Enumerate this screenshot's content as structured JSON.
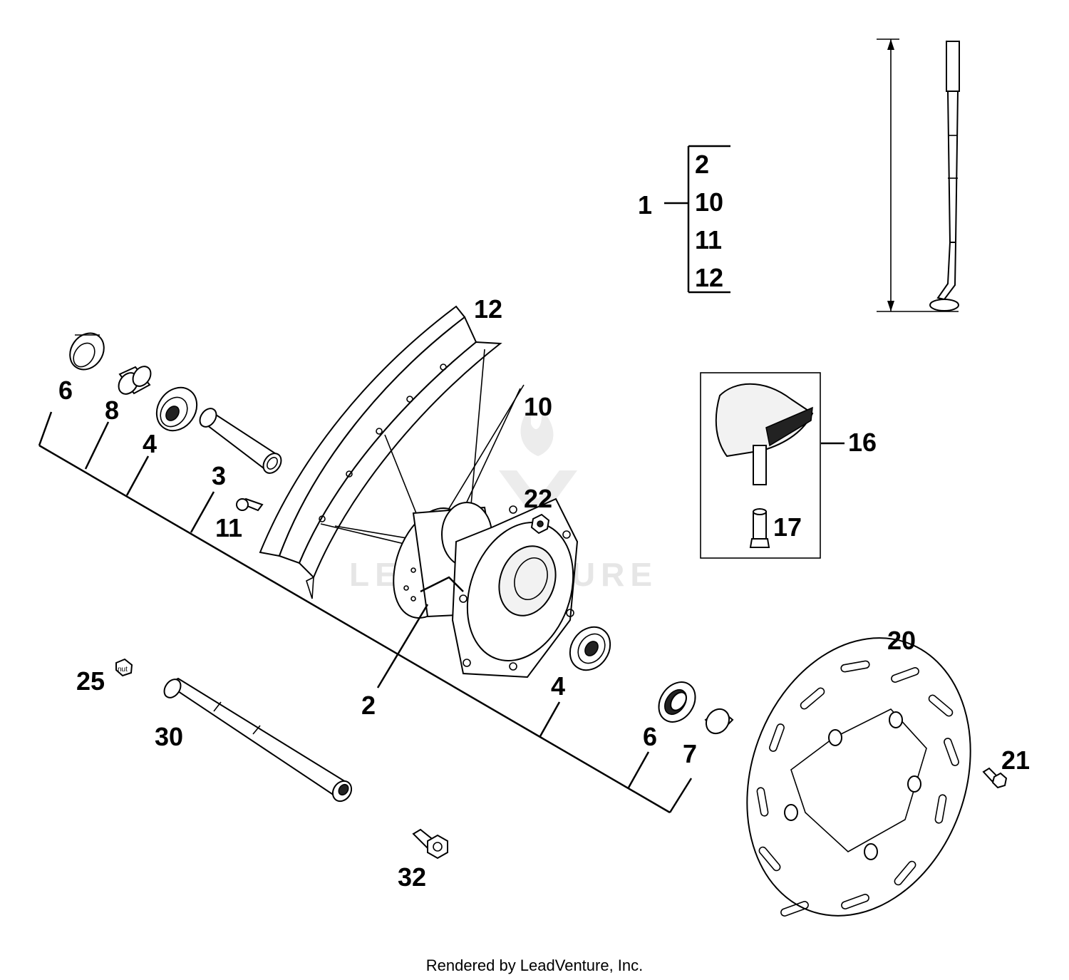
{
  "callouts": {
    "c1": "1",
    "c2": "2",
    "c3": "3",
    "c4a": "4",
    "c4b": "4",
    "c6a": "6",
    "c6b": "6",
    "c7": "7",
    "c8": "8",
    "c10": "10",
    "c11": "11",
    "c12": "12",
    "c16": "16",
    "c17": "17",
    "c20": "20",
    "c21": "21",
    "c22": "22",
    "c25": "25",
    "c30": "30",
    "c32": "32"
  },
  "kit": {
    "label": "1",
    "items": [
      "2",
      "10",
      "11",
      "12"
    ]
  },
  "watermark": "LEADVENTURE",
  "footer": "Rendered by LeadVenture, Inc."
}
